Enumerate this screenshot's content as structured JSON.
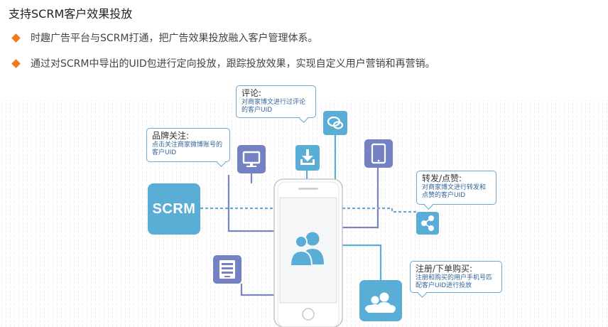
{
  "header": {
    "title": "支持SCRM客户效果投放"
  },
  "bullets": [
    "时趣广告平台与SCRM打通，把广告效果投放融入客户管理体系。",
    "通过对SCRM中导出的UID包进行定向投放，跟踪投放效果，实现自定义用户营销和再营销。"
  ],
  "diagram": {
    "hub_label": "SCRM",
    "callouts": {
      "review": {
        "title": "评论:",
        "desc": "对商家博文进行过评论的客户UID"
      },
      "brand": {
        "title": "品牌关注:",
        "desc": "点击关注商家微博账号的客户UID"
      },
      "share": {
        "title": "转发/点赞:",
        "desc": "对商家博文进行转发和点赞的客户UID"
      },
      "order": {
        "title": "注册/下单购买:",
        "desc": "注册和购买的用户手机号匹配客户UID进行投放"
      }
    },
    "icons": [
      "users-icon",
      "monitor-icon",
      "download-icon",
      "chat-icon",
      "tablet-icon",
      "share-icon",
      "server-icon",
      "cloud-users-icon",
      "phone"
    ],
    "colors": {
      "accent_orange": "#f07b1a",
      "node_blue": "#5aaed6",
      "node_purple": "#7482c4",
      "line_blue": "#6aa8d2",
      "line_purple": "#7c84c4"
    }
  }
}
